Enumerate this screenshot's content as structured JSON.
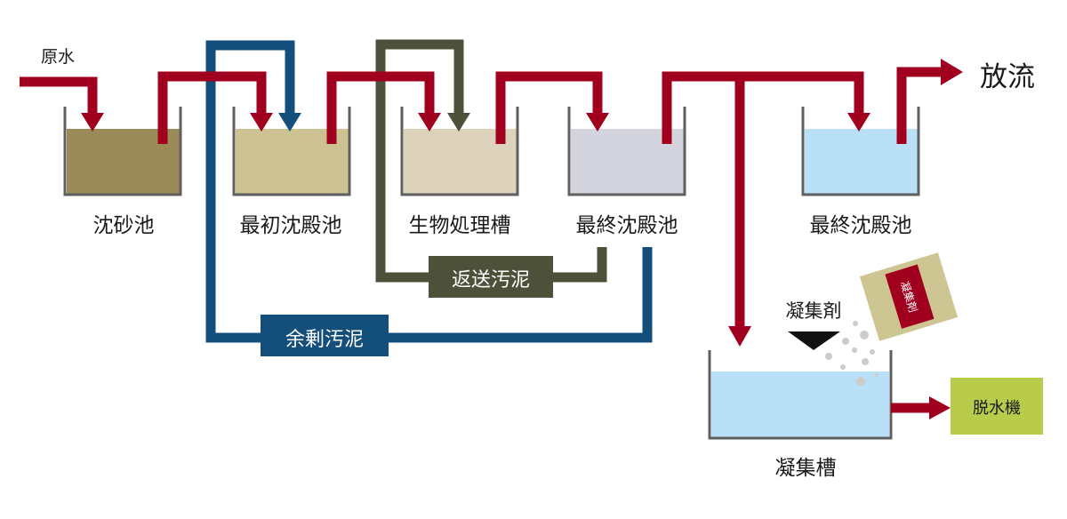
{
  "title": "下水処理フロー",
  "colors": {
    "water_flow": "#a0001e",
    "return_sludge": "#4d5139",
    "excess_sludge": "#134f7a",
    "tank_wall": "#5f5f5f",
    "tank_grit": "#9a8b59",
    "tank_primary": "#cdc392",
    "tank_bio": "#ddd3bd",
    "tank_final": "#d4d4de",
    "tank_clear": "#b9e0f7",
    "dehydrator": "#b8cb4a",
    "coagulant_bag": "#cdc592",
    "powder": "#cccccc"
  },
  "labels": {
    "raw_water": "原水",
    "discharge": "放流",
    "return_sludge": "返送汚泥",
    "excess_sludge": "余剰汚泥",
    "coagulant": "凝集剤",
    "coagulant_bag_text": "凝集剤",
    "dehydrator": "脱水機"
  },
  "tanks": [
    {
      "id": "grit",
      "label": "沈砂池"
    },
    {
      "id": "primary",
      "label": "最初沈殿池"
    },
    {
      "id": "bio",
      "label": "生物処理槽"
    },
    {
      "id": "final1",
      "label": "最終沈殿池"
    },
    {
      "id": "final2",
      "label": "最終沈殿池"
    },
    {
      "id": "coag",
      "label": "凝集槽"
    }
  ]
}
